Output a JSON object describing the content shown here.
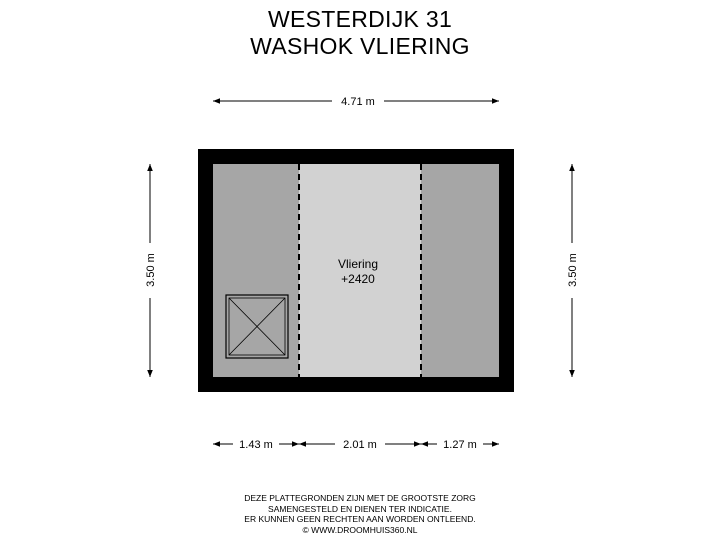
{
  "title": {
    "line1": "WESTERDIJK 31",
    "line2": "WASHOK VLIERING"
  },
  "dimensions": {
    "top_width": "4.71 m",
    "left_height": "3.50 m",
    "right_height": "3.50 m",
    "bottom_left": "1.43 m",
    "bottom_middle": "2.01 m",
    "bottom_right": "1.27 m"
  },
  "room": {
    "name": "Vliering",
    "level": "+2420"
  },
  "colors": {
    "wall": "#000000",
    "low_ceiling_zone": "#a6a6a6",
    "main_zone": "#d2d2d2",
    "hatch": "#a6a6a6"
  },
  "footer": {
    "line1": "DEZE PLATTEGRONDEN ZIJN MET DE GROOTSTE ZORG",
    "line2": "SAMENGESTELD EN DIENEN TER INDICATIE.",
    "line3": "ER KUNNEN GEEN RECHTEN AAN WORDEN ONTLEEND.",
    "line4": "© WWW.DROOMHUIS360.NL"
  }
}
